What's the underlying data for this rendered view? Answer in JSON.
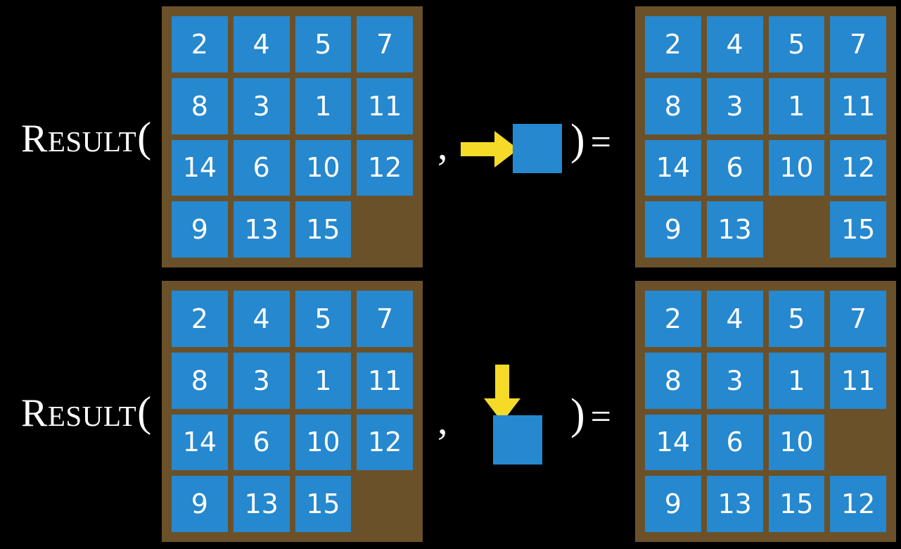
{
  "figure": {
    "background_color": "#000000",
    "tile_color": "#2688ce",
    "board_frame_color": "#6b5129",
    "arrow_color": "#f5da28",
    "text_color": "#ffffff"
  },
  "equations": [
    {
      "id": "equation-right-move",
      "label": {
        "first_letter": "R",
        "rest": "ESULT",
        "open_paren": "("
      },
      "separator_comma": ",",
      "closing": {
        "close_paren": ")",
        "equals": "="
      },
      "operand": {
        "direction": "right",
        "arrow_icon": "arrow-right-icon",
        "tile_label": ""
      },
      "input_board": {
        "rows": [
          [
            "2",
            "4",
            "5",
            "7"
          ],
          [
            "8",
            "3",
            "1",
            "11"
          ],
          [
            "14",
            "6",
            "10",
            "12"
          ],
          [
            "9",
            "13",
            "15",
            ""
          ]
        ]
      },
      "output_board": {
        "rows": [
          [
            "2",
            "4",
            "5",
            "7"
          ],
          [
            "8",
            "3",
            "1",
            "11"
          ],
          [
            "14",
            "6",
            "10",
            "12"
          ],
          [
            "9",
            "13",
            "",
            "15"
          ]
        ]
      }
    },
    {
      "id": "equation-down-move",
      "label": {
        "first_letter": "R",
        "rest": "ESULT",
        "open_paren": "("
      },
      "separator_comma": ",",
      "closing": {
        "close_paren": ")",
        "equals": "="
      },
      "operand": {
        "direction": "down",
        "arrow_icon": "arrow-down-icon",
        "tile_label": ""
      },
      "input_board": {
        "rows": [
          [
            "2",
            "4",
            "5",
            "7"
          ],
          [
            "8",
            "3",
            "1",
            "11"
          ],
          [
            "14",
            "6",
            "10",
            "12"
          ],
          [
            "9",
            "13",
            "15",
            ""
          ]
        ]
      },
      "output_board": {
        "rows": [
          [
            "2",
            "4",
            "5",
            "7"
          ],
          [
            "8",
            "3",
            "1",
            "11"
          ],
          [
            "14",
            "6",
            "10",
            ""
          ],
          [
            "9",
            "13",
            "15",
            "12"
          ]
        ]
      }
    }
  ]
}
